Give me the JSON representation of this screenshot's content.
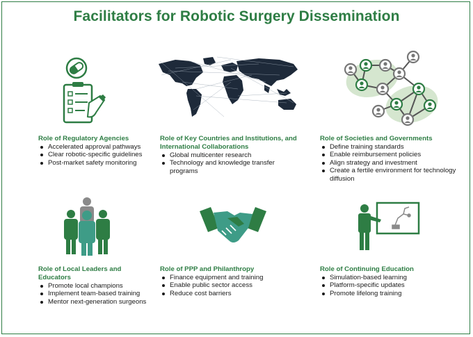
{
  "title": "Facilitators for Robotic Surgery Dissemination",
  "colors": {
    "accent": "#2e7d44",
    "dark": "#1a1a1a",
    "gray": "#8a8a8a",
    "light_green": "#cfe3c8",
    "teal": "#3e9c87"
  },
  "panels": [
    {
      "icon": "regulatory-checklist-icon",
      "heading": "Role of Regulatory Agencies",
      "items": [
        "Accelerated approval pathways",
        "Clear robotic-specific guidelines",
        "Post-market safety monitoring"
      ]
    },
    {
      "icon": "world-network-map-icon",
      "heading": "Role of Key Countries and Institutions, and International Collaborations",
      "items": [
        "Global multicenter research",
        "Technology and knowledge transfer programs"
      ]
    },
    {
      "icon": "people-network-icon",
      "heading": "Role of Societies and Governments",
      "items": [
        "Define training standards",
        "Enable reimbursement policies",
        "Align strategy and investment",
        "Create a fertile environment for technology diffusion"
      ]
    },
    {
      "icon": "group-people-icon",
      "heading": "Role of Local Leaders and Educators",
      "items": [
        "Promote local champions",
        "Implement team-based training",
        "Mentor next-generation surgeons"
      ]
    },
    {
      "icon": "handshake-icon",
      "heading": "Role of PPP and Philanthropy",
      "items": [
        "Finance equipment and training",
        "Enable public sector access",
        "Reduce cost barriers"
      ]
    },
    {
      "icon": "teacher-board-icon",
      "heading": "Role of Continuing Education",
      "items": [
        "Simulation-based learning",
        "Platform-specific updates",
        "Promote lifelong training"
      ]
    }
  ]
}
